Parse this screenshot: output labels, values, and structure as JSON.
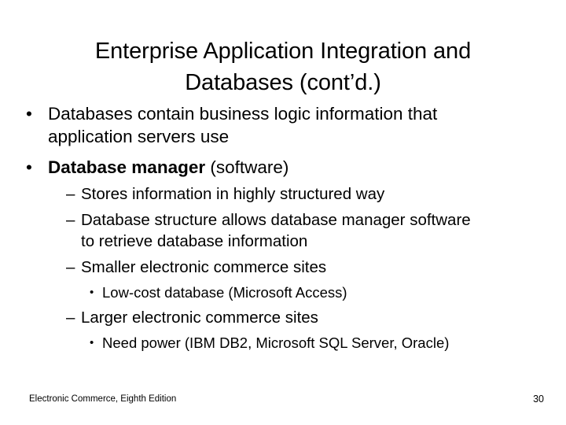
{
  "slide": {
    "title_lines": [
      "Enterprise Application Integration and",
      "Databases (cont’d.)"
    ],
    "bullets": {
      "b1_text": "Databases contain business logic information that application servers use",
      "b2_bold": "Database manager",
      "b2_rest": " (software)",
      "b3_text": "Stores information in highly structured way",
      "b4_text": "Database structure allows database manager software to retrieve database information",
      "b5_text": "Smaller electronic commerce sites",
      "b6_text": "Low-cost database (Microsoft Access)",
      "b7_text": "Larger electronic commerce sites",
      "b8_text": "Need power (IBM DB2, Microsoft SQL Server, Oracle)"
    },
    "markers": {
      "level1": "•",
      "level2": "–",
      "level3": "•"
    },
    "footer": {
      "source": "Electronic Commerce, Eighth Edition",
      "page_number": "30"
    },
    "colors": {
      "background": "#ffffff",
      "text": "#000000"
    }
  }
}
